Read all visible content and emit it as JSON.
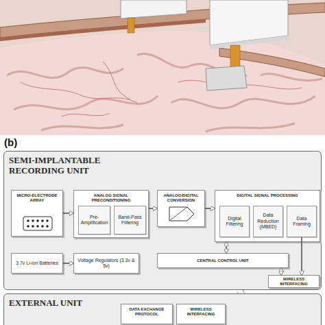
{
  "diagram": {
    "nodes": [
      {
        "text": [
          "SEMI-IMPLANTABLE RECORDING UNIT"
        ]
      },
      {
        "text": [
          "MICRO-ELECTRODE ARRAY"
        ],
        "in": 0
      },
      {
        "text": [
          "ANALOG SIGNAL PRECONDITIONING"
        ],
        "in": 0
      },
      {
        "text": [
          "Pre-Amplification"
        ],
        "in": 2
      },
      {
        "text": [
          "Band-Pass Filtering"
        ],
        "in": 2
      },
      {
        "text": [
          "ANALOG/DIGITAL CONVERSION"
        ],
        "in": 0
      },
      {
        "text": [
          "DIGITAL SIGNAL PROCESSING"
        ],
        "in": 0
      },
      {
        "text": [
          "Digital Filtering"
        ],
        "in": 6
      },
      {
        "text": [
          "Data Reduction (MBED)"
        ],
        "in": 6
      },
      {
        "text": [
          "Data Framing"
        ],
        "in": 6
      },
      {
        "text": [
          "3.7v Li-ion Batteries"
        ],
        "in": 0
      },
      {
        "text": [
          "Voltage Regulators (3.3v & 5v)"
        ],
        "in": 0
      },
      {
        "text": [
          "CENTRAL CONTROL UNIT"
        ],
        "in": 0
      },
      {
        "text": [
          "WIRELESS INTERFACING"
        ],
        "in": 0
      },
      {
        "text": [
          "EXTERNAL UNIT"
        ]
      },
      {
        "text": [
          "DATA EXCHANGE PROTOCOL"
        ],
        "in": 14
      },
      {
        "text": [
          "WIRELESS INTERFACING"
        ],
        "in": 14
      }
    ],
    "edges": [
      {
        "from": 1,
        "to": 2,
        "arrow": "to"
      },
      {
        "from": 2,
        "to": 5,
        "arrow": "to"
      },
      {
        "from": 5,
        "to": 6,
        "arrow": "to"
      },
      {
        "from": 6,
        "to": 12,
        "arrow": "both"
      },
      {
        "from": 10,
        "to": 11,
        "arrow": "to"
      },
      {
        "from": 12,
        "to": 13,
        "arrow": "both"
      },
      {
        "from": 9,
        "to": 13,
        "arrow": "to"
      }
    ],
    "labels": [
      "(b)"
    ]
  }
}
